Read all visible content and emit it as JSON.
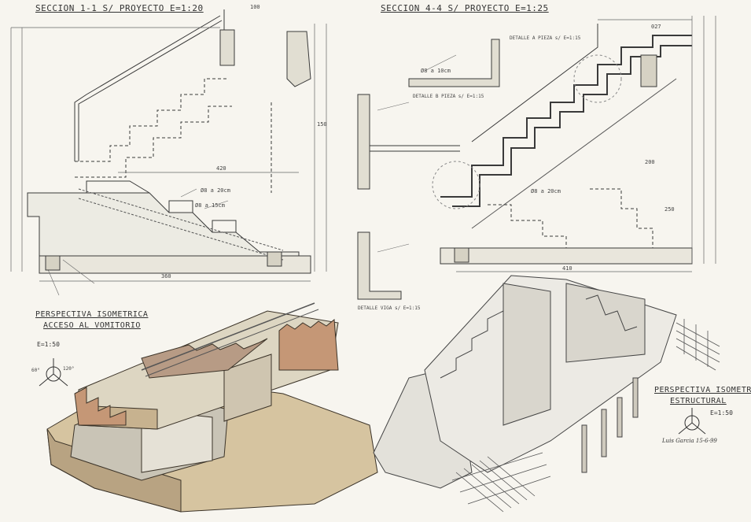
{
  "section_1": {
    "title": "SECCION 1-1 s/ PROYECTO  E=1:20"
  },
  "section_4": {
    "title": "SECCION 4-4 s/ PROYECTO  E=1:25"
  },
  "persp_access": {
    "title_line1": "PERSPECTIVA ISOMETRICA",
    "title_line2": "ACCESO AL VOMITORIO",
    "scale": "E=1:50",
    "angles": [
      "60°",
      "120°"
    ]
  },
  "persp_struct": {
    "title_line1": "PERSPECTIVA ISOMETRICA",
    "title_line2": "ESTRUCTURAL",
    "scale": "E=1:50"
  },
  "details": {
    "detalle_a": "DETALLE A PIEZA s/ E=1:15",
    "detalle_b": "DETALLE B PIEZA s/ E=1:15",
    "detalle_c": "DETALLE VIGA s/ E=1:15"
  },
  "dims": {
    "d360": "360",
    "d410": "410",
    "d420": "420",
    "d100": "100",
    "d027": "027",
    "d150": "150",
    "d200": "200",
    "d250": "250",
    "rebar_a": "Ø8 a 20cm",
    "rebar_b": "Ø8 a 15cm",
    "rebar_c": "Ø8 a 10cm"
  },
  "signature": "Luis Garcia 15-6-99"
}
